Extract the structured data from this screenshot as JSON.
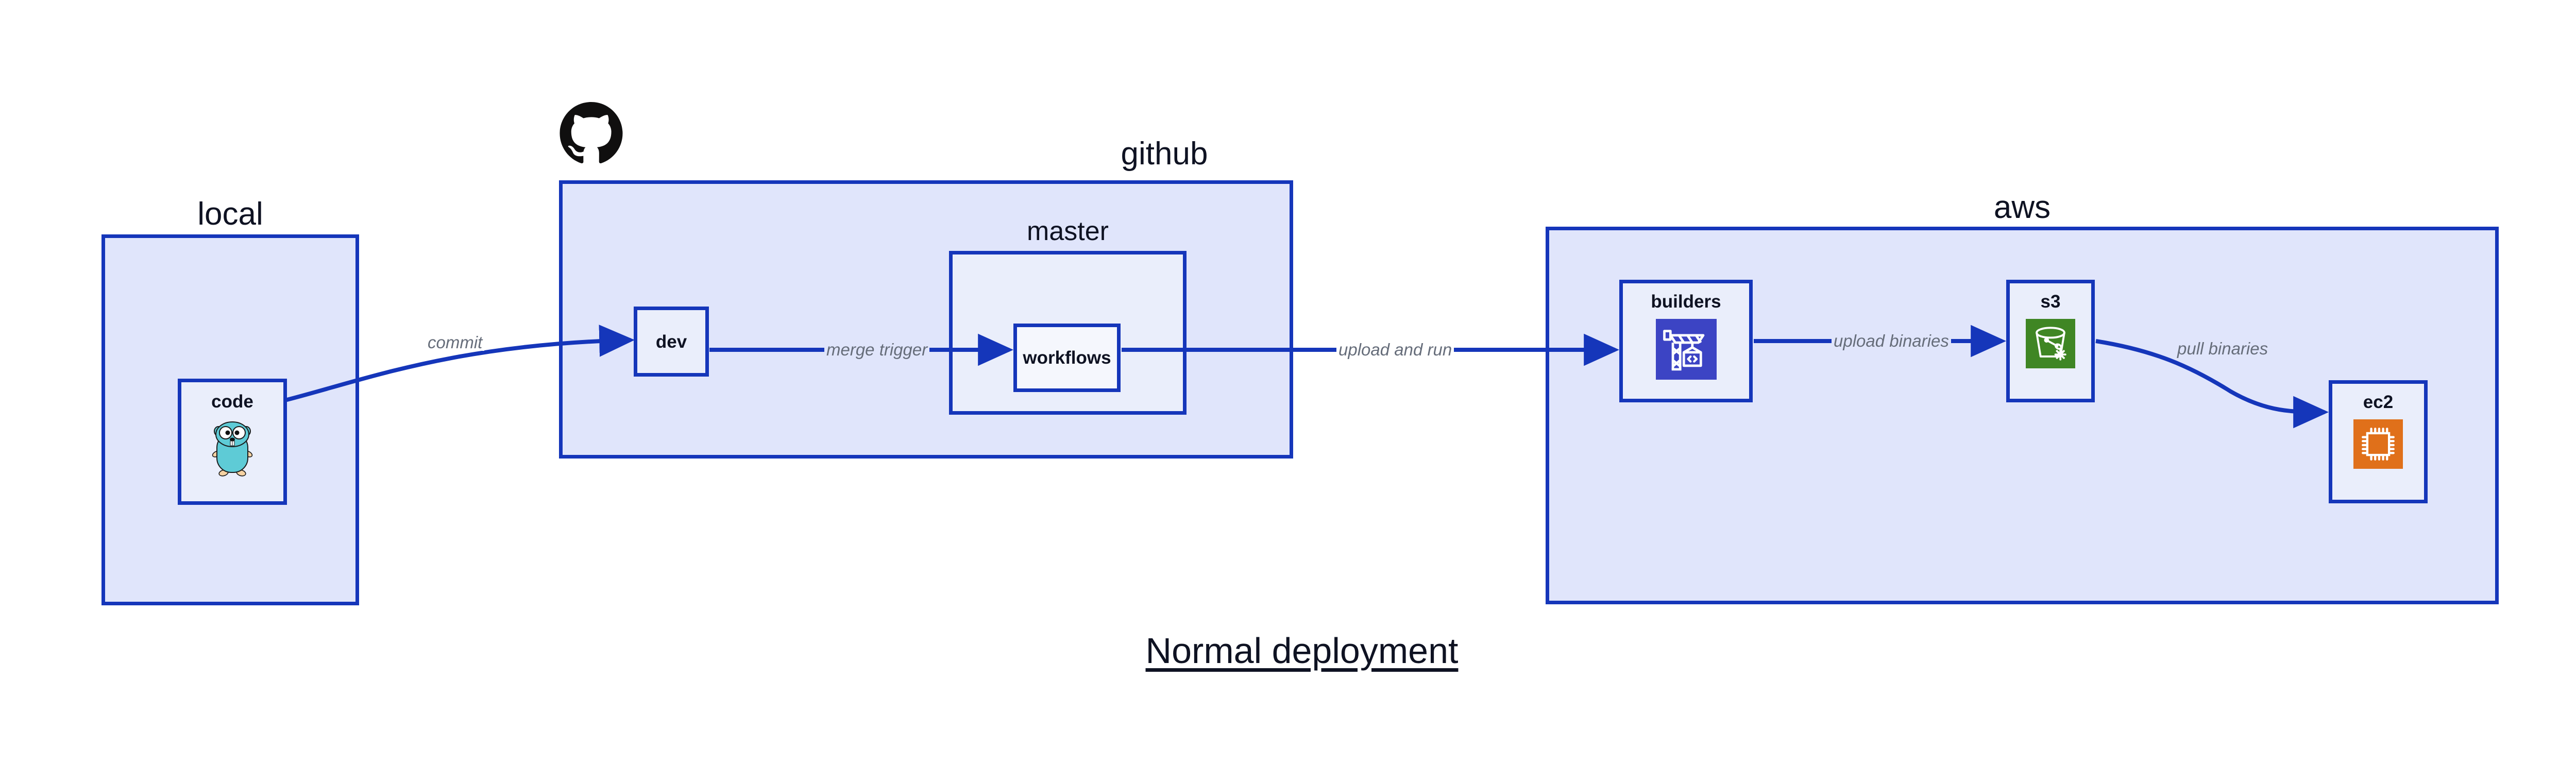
{
  "diagram": {
    "title": "Normal deployment",
    "accent_border": "#1536ba",
    "group_fill": "#e0e5fb",
    "node_fill": "#eaeefb",
    "label_color": "#0e1222",
    "edge_label_color": "#666d7a",
    "background": "#ffffff"
  },
  "groups": {
    "local": {
      "label": "local"
    },
    "github": {
      "label": "github",
      "icon": "github-octocat-logo"
    },
    "master": {
      "label": "master"
    },
    "aws": {
      "label": "aws"
    }
  },
  "nodes": {
    "code": {
      "label": "code",
      "icon": "go-gopher-icon",
      "icon_color": "#5ecbd6"
    },
    "dev": {
      "label": "dev",
      "icon": null,
      "icon_color": null
    },
    "workflows": {
      "label": "workflows",
      "icon": null,
      "icon_color": null
    },
    "builders": {
      "label": "builders",
      "icon": "aws-codebuild-crane-icon",
      "icon_color": "#3c44c4"
    },
    "s3": {
      "label": "s3",
      "icon": "aws-s3-bucket-glacier-icon",
      "icon_color": "#3f8624"
    },
    "ec2": {
      "label": "ec2",
      "icon": "aws-ec2-cpu-chip-icon",
      "icon_color": "#e0701a"
    }
  },
  "edges": [
    {
      "id": "commit",
      "label": "commit",
      "from": "code",
      "to": "dev"
    },
    {
      "id": "merge-trigger",
      "label": "merge trigger",
      "from": "dev",
      "to": "workflows"
    },
    {
      "id": "upload-and-run",
      "label": "upload and run",
      "from": "workflows",
      "to": "builders"
    },
    {
      "id": "upload-binaries",
      "label": "upload binaries",
      "from": "builders",
      "to": "s3"
    },
    {
      "id": "pull-binaries",
      "label": "pull binaries",
      "from": "s3",
      "to": "ec2"
    }
  ]
}
